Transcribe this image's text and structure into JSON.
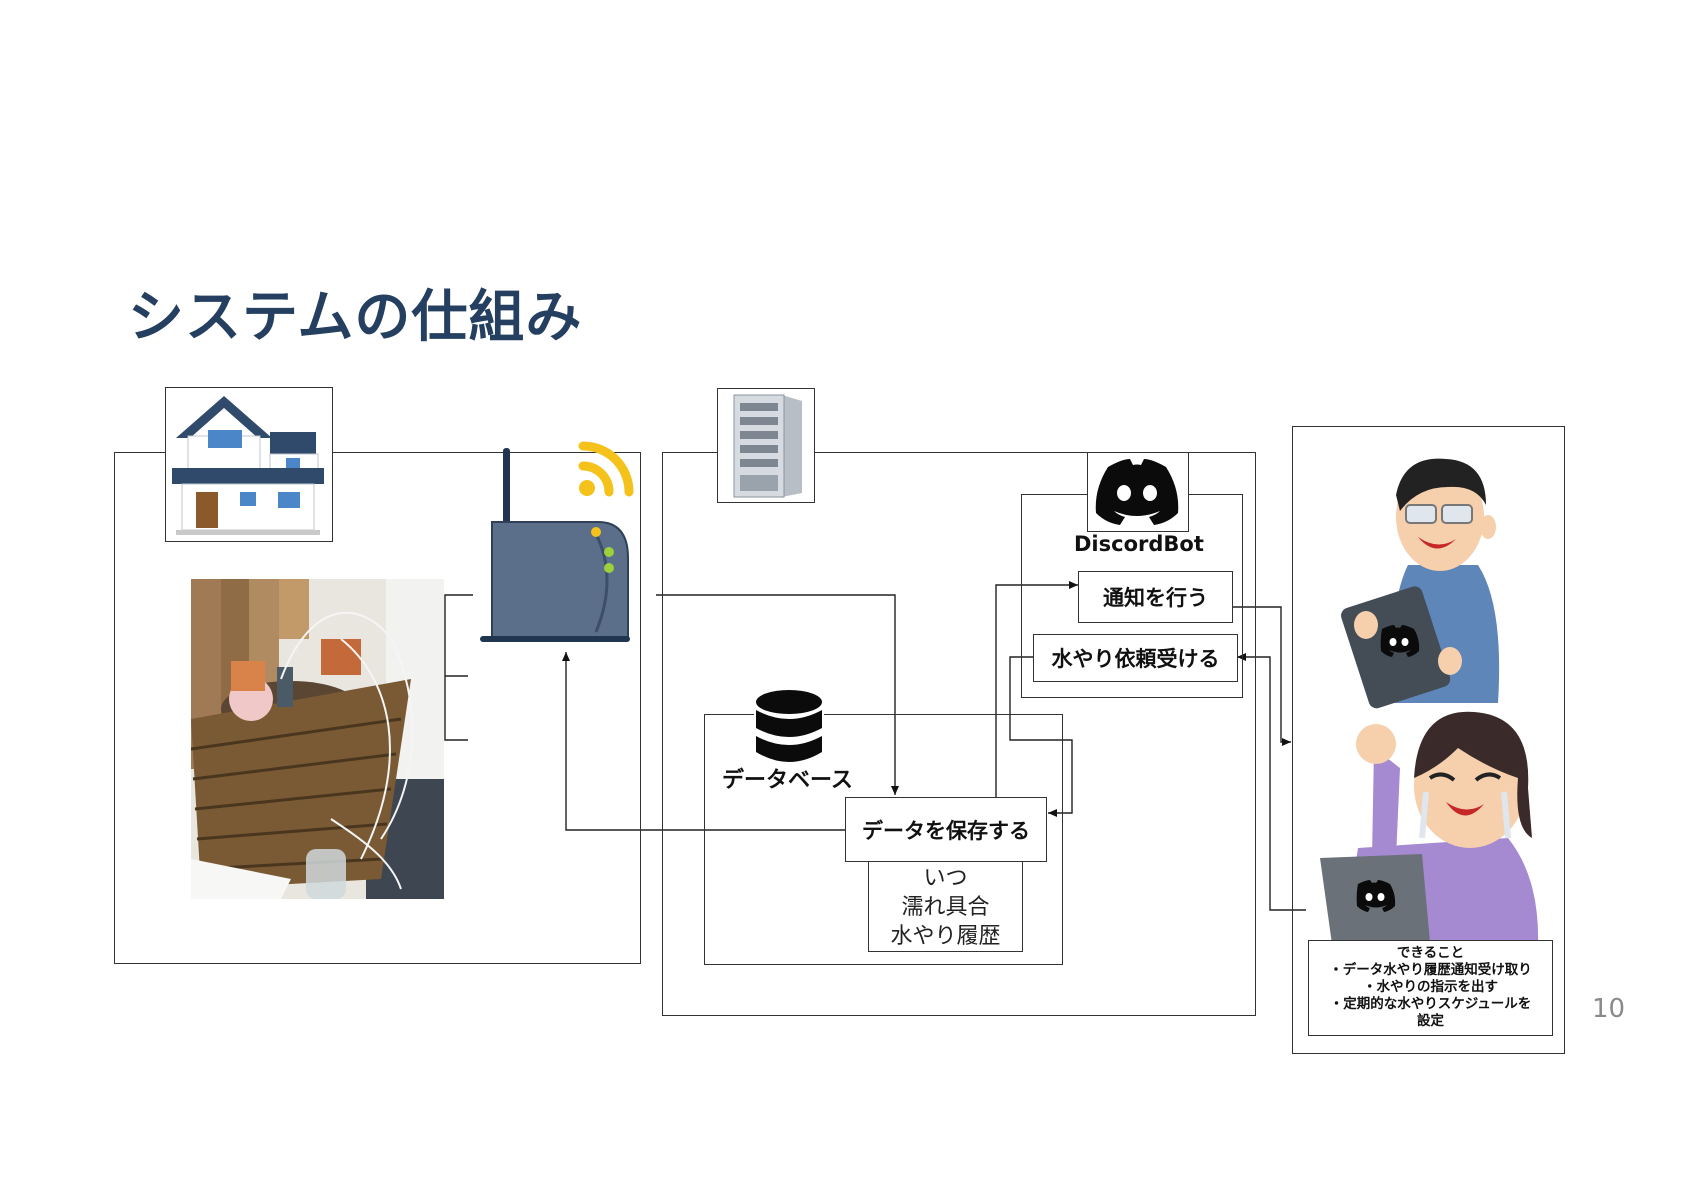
{
  "slide": {
    "title": "システムの仕組み",
    "page_number": "10"
  },
  "home": {
    "house_icon": "house-icon",
    "router_icon": "wifi-router-icon",
    "wifi_icon": "wifi-signal-icon",
    "photo_icon": "plant-basket-photo"
  },
  "server": {
    "server_icon": "server-rack-icon",
    "database": {
      "icon": "database-icon",
      "label": "データベース",
      "save_box": "データを保存する",
      "fields": [
        "いつ",
        "濡れ具合",
        "水やり履歴"
      ]
    },
    "discord_bot": {
      "icon": "discord-icon",
      "label": "DiscordBot",
      "notify_box": "通知を行う",
      "request_box": "水やり依頼受ける"
    }
  },
  "users": {
    "man_icon": "angry-man-with-tablet-icon",
    "woman_icon": "angry-woman-with-laptop-icon",
    "capabilities": [
      "できること",
      "・データ水やり履歴通知受け取り",
      "・水やりの指示を出す",
      "・定期的な水やりスケジュールを",
      "設定"
    ]
  },
  "colors": {
    "title": "#243f60",
    "discord_black": "#0b0b0b",
    "router_body": "#5b6e8a",
    "wifi_yellow": "#f4c21b",
    "lines": "#333333"
  }
}
